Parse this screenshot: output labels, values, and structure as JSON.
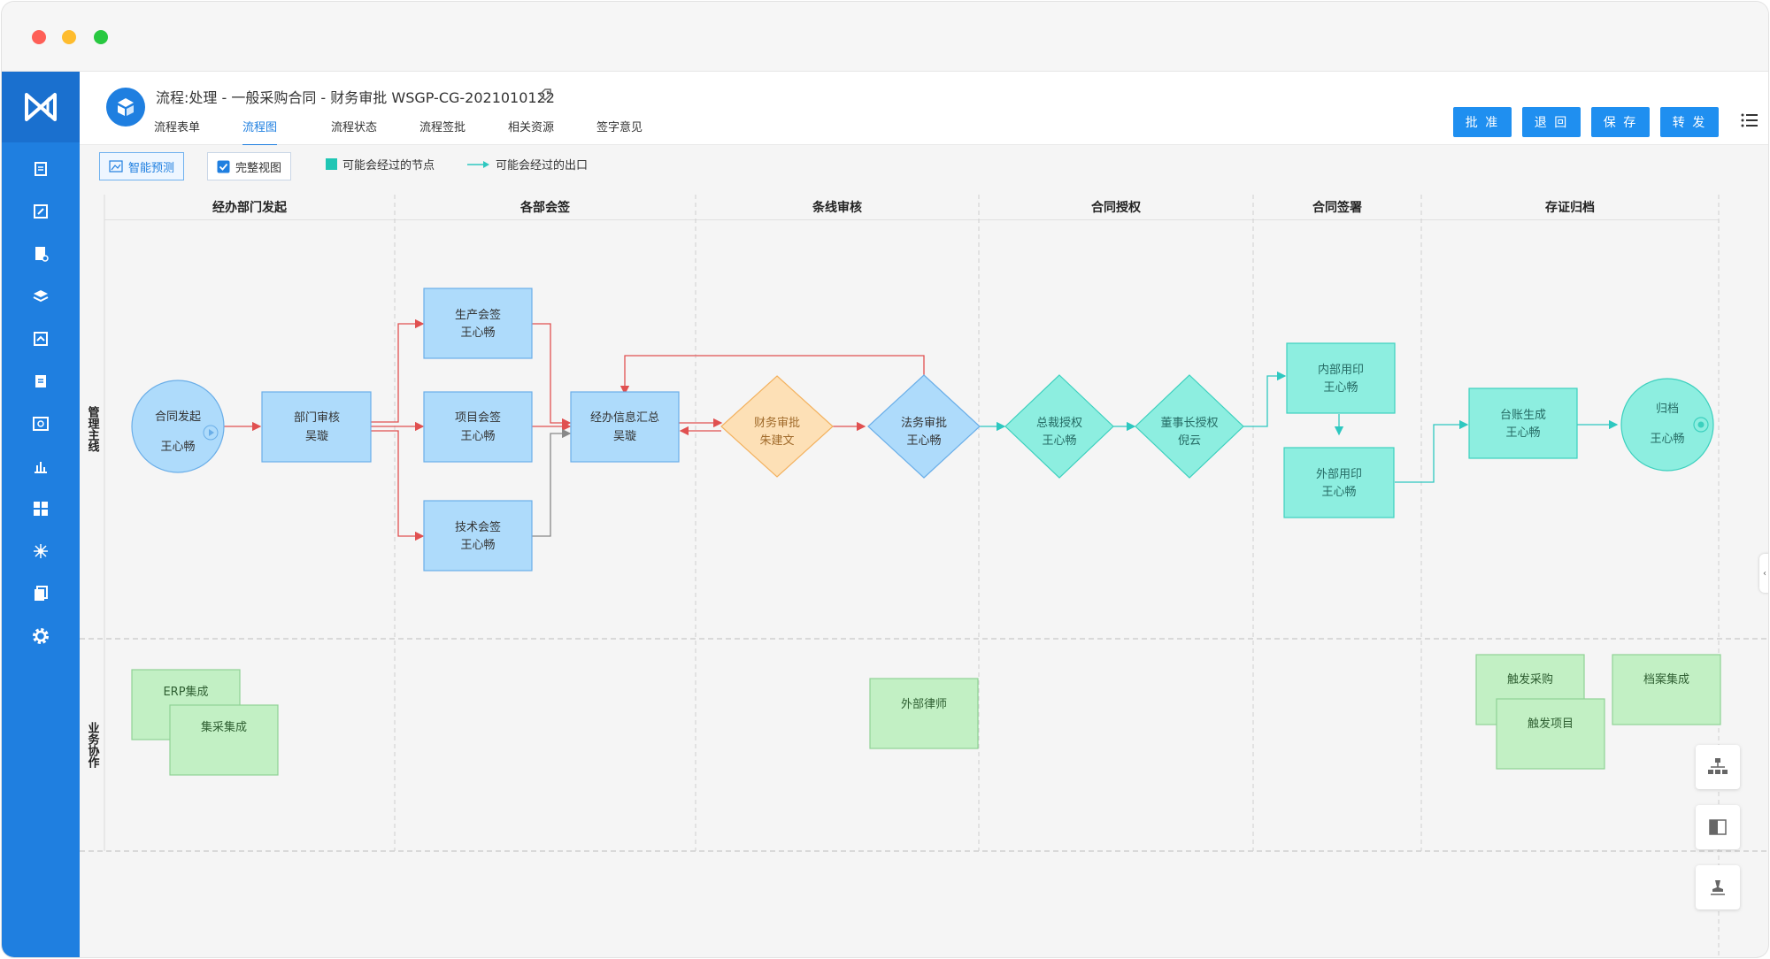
{
  "header": {
    "title": "流程:处理 - 一般采购合同 - 财务审批 WSGP-CG-2021010122",
    "tabs": [
      "流程表单",
      "流程图",
      "流程状态",
      "流程签批",
      "相关资源",
      "签字意见"
    ],
    "active_tab": "流程图",
    "actions": [
      "批 准",
      "退 回",
      "保 存",
      "转 发"
    ]
  },
  "toolbar": {
    "predict_label": "智能预测",
    "full_view_label": "完整视图",
    "full_view_checked": true,
    "legend_node_label": "可能会经过的节点",
    "legend_exit_label": "可能会经过的出口"
  },
  "lanes": [
    "经办部门发起",
    "各部会签",
    "条线审核",
    "合同授权",
    "合同签署",
    "存证归档"
  ],
  "rows": [
    "管理主线",
    "业务协作"
  ],
  "nodes": {
    "start": {
      "title": "合同发起",
      "person": "王心畅"
    },
    "dept_review": {
      "title": "部门审核",
      "person": "吴璇"
    },
    "prod_sign": {
      "title": "生产会签",
      "person": "王心畅"
    },
    "proj_sign": {
      "title": "项目会签",
      "person": "王心畅"
    },
    "tech_sign": {
      "title": "技术会签",
      "person": "王心畅"
    },
    "summary": {
      "title": "经办信息汇总",
      "person": "吴璇"
    },
    "finance": {
      "title": "财务审批",
      "person": "朱建文"
    },
    "legal": {
      "title": "法务审批",
      "person": "王心畅"
    },
    "ceo_auth": {
      "title": "总裁授权",
      "person": "王心畅"
    },
    "chairman_auth": {
      "title": "董事长授权",
      "person": "倪云"
    },
    "internal_seal": {
      "title": "内部用印",
      "person": "王心畅"
    },
    "external_seal": {
      "title": "外部用印",
      "person": "王心畅"
    },
    "ledger": {
      "title": "台账生成",
      "person": "王心畅"
    },
    "archive": {
      "title": "归档",
      "person": "王心畅"
    }
  },
  "collab": {
    "erp": "ERP集成",
    "purchase_integration": "集采集成",
    "lawyer": "外部律师",
    "trigger_purchase": "触发采购",
    "trigger_project": "触发项目",
    "archive_integration": "档案集成"
  },
  "colors": {
    "brand": "#1f7fe0",
    "node_blue_fill": "#aedbfb",
    "node_blue_stroke": "#6aaee8",
    "node_teal_fill": "#8deee0",
    "node_teal_stroke": "#3cd0be",
    "node_orange_fill": "#fde0b6",
    "node_orange_stroke": "#f3b15e",
    "node_green_fill": "#c2f0c4",
    "node_green_stroke": "#8fd295",
    "edge_red": "#e05050",
    "edge_teal": "#2ec8c0",
    "edge_gray": "#888888"
  }
}
